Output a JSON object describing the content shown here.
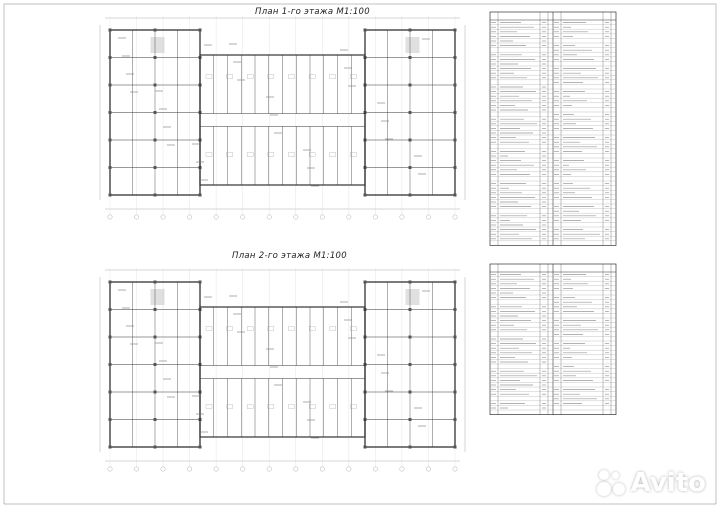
{
  "plans": [
    {
      "title": "План 1-го этажа М1:100"
    },
    {
      "title": "План 2-го этажа М1:100"
    }
  ],
  "watermark": {
    "text": "Avito"
  },
  "colors": {
    "line": "#333333",
    "light": "#9a9a9a",
    "hatch": "#555555"
  }
}
